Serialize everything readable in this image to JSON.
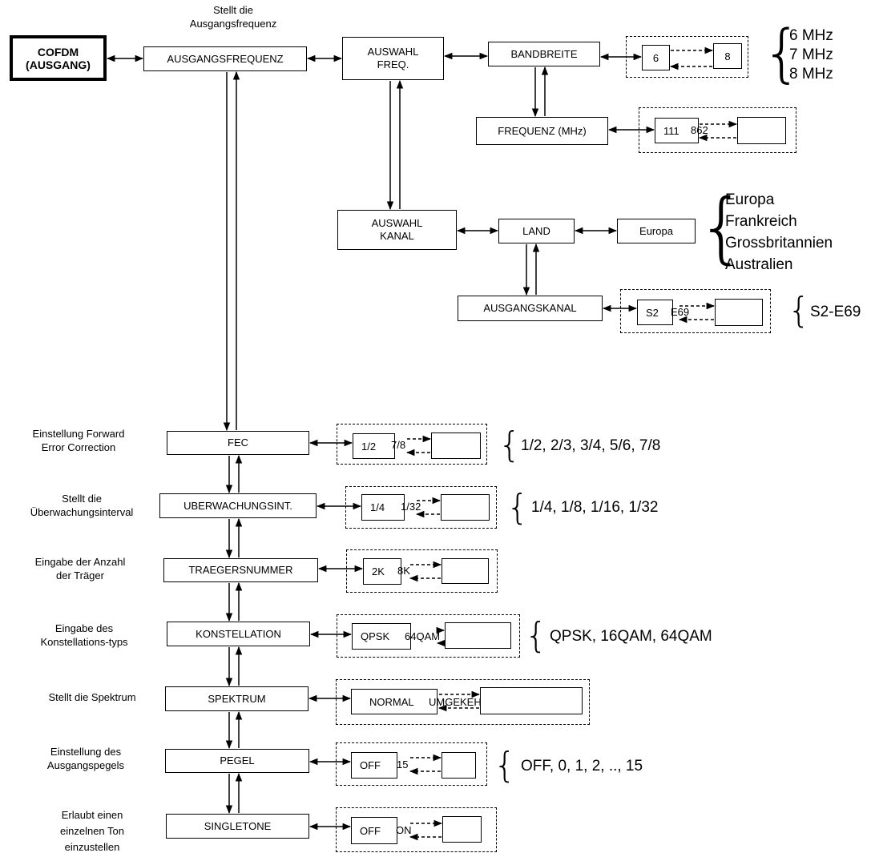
{
  "root": {
    "label_line1": "COFDM",
    "label_line2": "(AUSGANG)"
  },
  "nodes": {
    "ausgangsfrequenz": {
      "label": "AUSGANGSFREQUENZ",
      "desc_line1": "Stellt die",
      "desc_line2": "Ausgangsfrequenz"
    },
    "auswahl_freq": {
      "label_line1": "AUSWAHL",
      "label_line2": "FREQ."
    },
    "bandbreite": {
      "label": "BANDBREITE"
    },
    "frequenz": {
      "label": "FREQUENZ (MHz)"
    },
    "auswahl_kanal": {
      "label_line1": "AUSWAHL",
      "label_line2": "KANAL"
    },
    "land": {
      "label": "LAND"
    },
    "europa_box": {
      "label": "Europa"
    },
    "ausgangskanal": {
      "label": "AUSGANGSKANAL"
    },
    "fec": {
      "label": "FEC",
      "desc_line1": "Einstellung Forward",
      "desc_line2": "Error Correction"
    },
    "ueberwachung": {
      "label": "UBERWACHUNGSINT.",
      "desc_line1": "Stellt die",
      "desc_line2": "Überwachungsinterval"
    },
    "traeger": {
      "label": "TRAEGERSNUMMER",
      "desc_line1": "Eingabe der Anzahl",
      "desc_line2": "der  Träger"
    },
    "konstellation": {
      "label": "KONSTELLATION",
      "desc_line1": "Eingabe des",
      "desc_line2": "Konstellations-typs"
    },
    "spektrum": {
      "label": "SPEKTRUM",
      "desc_line1": "Stellt die Spektrum"
    },
    "pegel": {
      "label": "PEGEL",
      "desc_line1": "Einstellung des",
      "desc_line2": "Ausgangspegels"
    },
    "singletone": {
      "label": "SINGLETONE",
      "desc_line1": "Erlaubt einen",
      "desc_line2": "einzelnen Ton",
      "desc_line3": "einzustellen"
    }
  },
  "selectors": {
    "bandbreite": {
      "from": "6",
      "to": "8"
    },
    "frequenz": {
      "from": "111",
      "to": "862"
    },
    "ausgangskanal": {
      "from": "S2",
      "to": "E69"
    },
    "fec": {
      "from": "1/2",
      "to": "7/8"
    },
    "ueberwachung": {
      "from": "1/4",
      "to": "1/32"
    },
    "traeger": {
      "from": "2K",
      "to": "8K"
    },
    "konstellation": {
      "from": "QPSK",
      "to": "64QAM"
    },
    "spektrum": {
      "from": "NORMAL",
      "to": "UMGEKEHRT"
    },
    "pegel": {
      "from": "OFF",
      "to": "15"
    },
    "singletone": {
      "from": "OFF",
      "to": "ON"
    }
  },
  "options": {
    "bandbreite": [
      "6 MHz",
      "7 MHz",
      "8 MHz"
    ],
    "land": [
      "Europa",
      "Frankreich",
      "Grossbritannien",
      "Australien"
    ],
    "ausgangskanal": "S2-E69",
    "fec": "1/2, 2/3, 3/4, 5/6, 7/8",
    "ueberwachung": "1/4, 1/8, 1/16, 1/32",
    "konstellation": "QPSK, 16QAM, 64QAM",
    "pegel": "OFF, 0, 1, 2, .., 15"
  }
}
